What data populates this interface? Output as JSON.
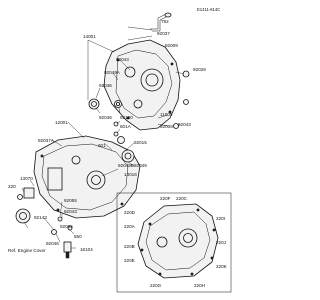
{
  "page": {
    "ref_code": "E1411-614C"
  },
  "labels": {
    "l14001": "14001",
    "l92037": "92037",
    "l92009": "92009",
    "l92043": "92043",
    "l92049a": "92049A",
    "l92046a": "92046",
    "l92046b": "92046",
    "l92028a": "92028",
    "l92180": "92180",
    "l601a": "601A",
    "l92043b": "92043",
    "l11009": "11009",
    "l92008": "92008",
    "l12001": "12001",
    "l92037a": "92037A",
    "l601": "601",
    "l92015": "92015",
    "l92049b": "92049",
    "l92049": "92049B",
    "l14016": "14016",
    "l220": "220",
    "l13070": "13070",
    "l92055": "92055",
    "l92043c": "92043",
    "l92143": "92143",
    "l550": "550",
    "l92046c": "92046",
    "l92005": "92005",
    "l16104": "16104",
    "l220f": "220F",
    "l220c": "220C",
    "l220d": "220D",
    "l220a": "220A",
    "l220b": "220B",
    "l220e": "220E",
    "l220g": "220G",
    "l220h": "220H",
    "l220i": "220I",
    "l220j": "220J",
    "l220k": "220K",
    "ref_engine_cover": "Ref. Engine Cover"
  }
}
